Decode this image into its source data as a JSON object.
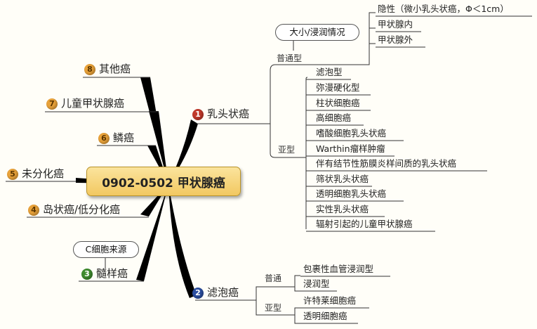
{
  "central": {
    "title": "0902-0502 甲状腺癌"
  },
  "branches": {
    "b1": {
      "num": "1",
      "label": "乳头状癌",
      "color": "#c0392b",
      "common": {
        "label": "普通型",
        "callout": "大小/浸润情况",
        "items": [
          "隐性（微小乳头状癌，Φ＜1cm）",
          "甲状腺内",
          "甲状腺外"
        ]
      },
      "subtype": {
        "label": "亚型",
        "items": [
          "滤泡型",
          "弥漫硬化型",
          "柱状细胞癌",
          "高细胞癌",
          "嗜酸细胞乳头状癌",
          "Warthin瘤样肿瘤",
          "伴有结节性筋膜炎样间质的乳头状癌",
          "筛状乳头状癌",
          "透明细胞乳头状癌",
          "实性乳头状癌",
          "辐射引起的儿童甲状腺癌"
        ]
      }
    },
    "b2": {
      "num": "2",
      "label": "滤泡癌",
      "color": "#2c4fa0",
      "common": {
        "label": "普通",
        "items": [
          "包裹性血管浸润型",
          "浸润型"
        ]
      },
      "subtype": {
        "label": "亚型",
        "items": [
          "许特莱细胞癌",
          "透明细胞癌"
        ]
      }
    },
    "b3": {
      "num": "3",
      "label": "髓样癌",
      "callout": "C细胞来源"
    },
    "b4": {
      "num": "4",
      "label": "岛状癌/低分化癌"
    },
    "b5": {
      "num": "5",
      "label": "未分化癌"
    },
    "b6": {
      "num": "6",
      "label": "鳞癌"
    },
    "b7": {
      "num": "7",
      "label": "儿童甲状腺癌"
    },
    "b8": {
      "num": "8",
      "label": "其他癌"
    }
  },
  "colors": {
    "line": "#000000",
    "center_fill": "#f6d273",
    "center_border": "#b9932a",
    "badge_orange": "#e8a23a"
  }
}
